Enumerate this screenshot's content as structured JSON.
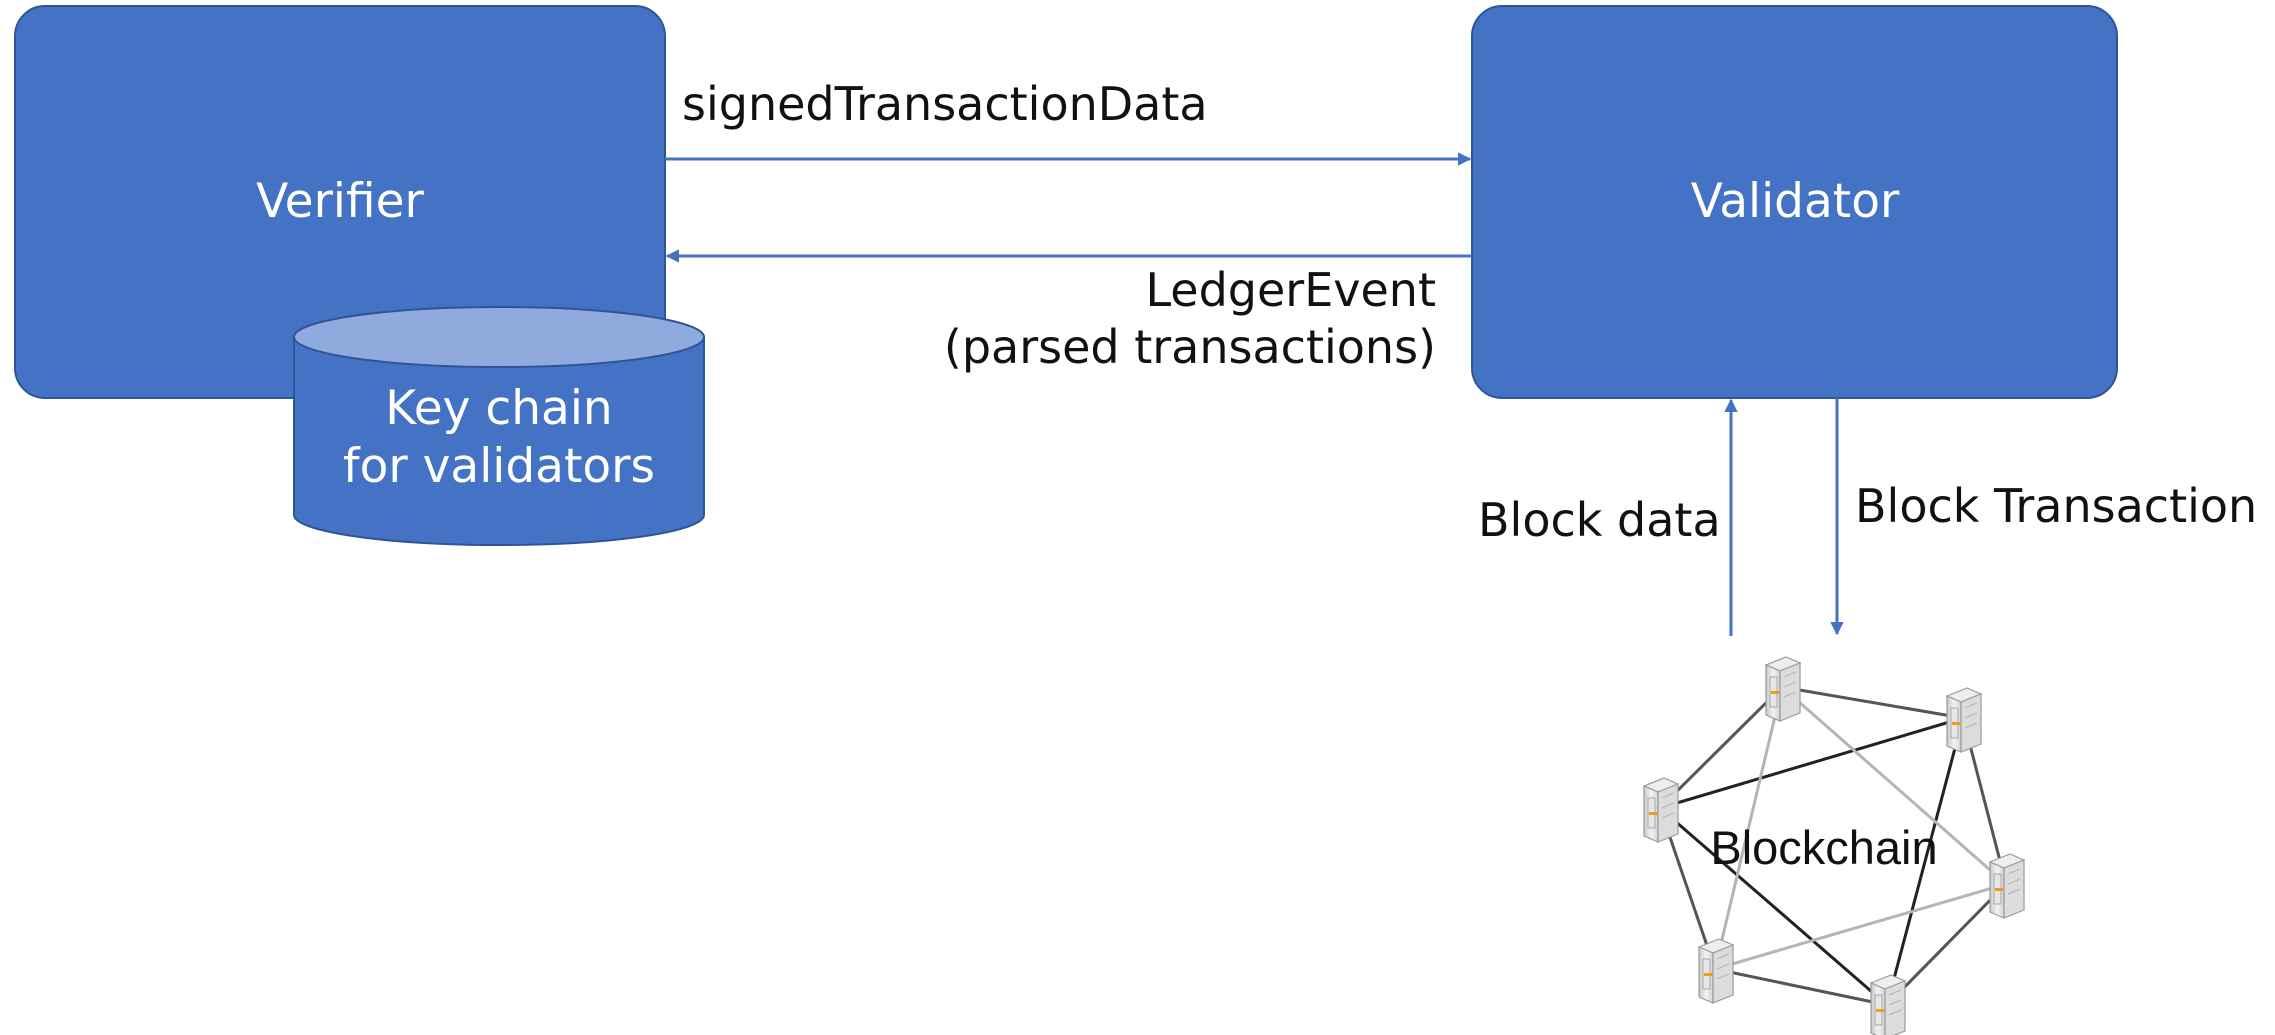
{
  "nodes": {
    "verifier": {
      "label": "Verifier"
    },
    "validator": {
      "label": "Validator"
    },
    "keychain": {
      "line1": "Key chain",
      "line2": "for validators"
    },
    "blockchain": {
      "label": "Blockchain"
    }
  },
  "edges": {
    "signed_transaction_data": {
      "label": "signedTransactionData"
    },
    "ledger_event": {
      "line1": "LedgerEvent",
      "line2": "(parsed transactions)"
    },
    "block_data": {
      "label": "Block data"
    },
    "block_transaction": {
      "label": "Block Transaction"
    }
  },
  "colors": {
    "box_fill": "#4472c4",
    "box_stroke": "#2f5597",
    "cylinder_top": "#8faadc",
    "arrow": "#4472c4",
    "server_accent": "#f39c12"
  }
}
